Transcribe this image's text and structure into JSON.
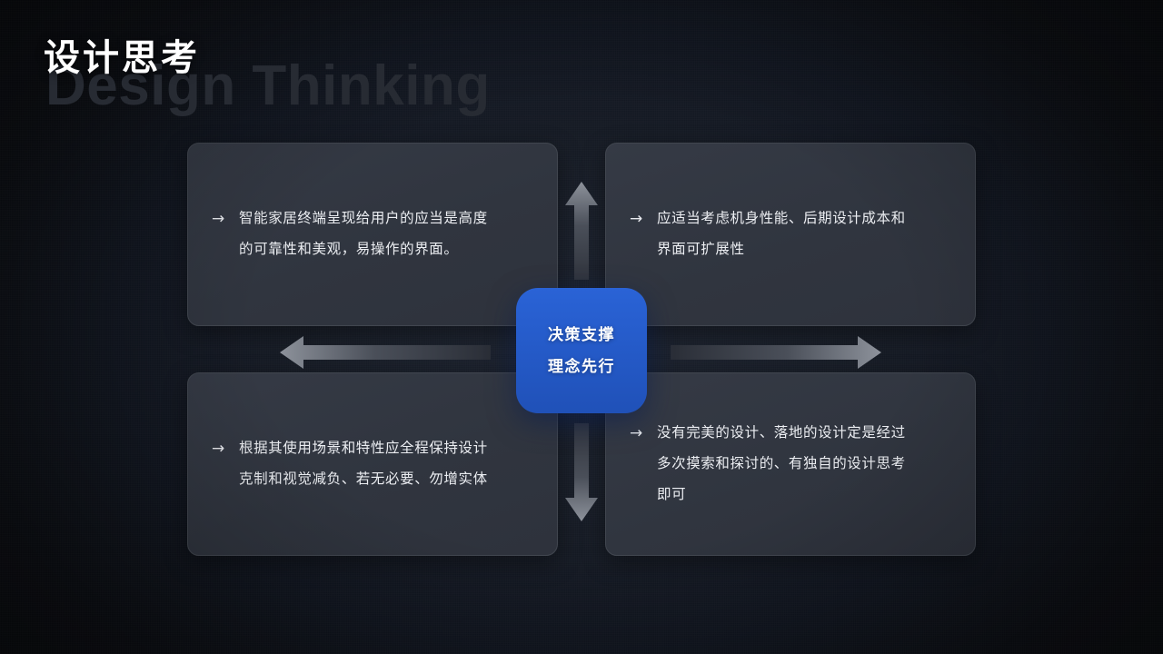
{
  "slide": {
    "title_cn": "设计思考",
    "title_en_ghost": "Design Thinking",
    "background_color": "#141922",
    "accent_color": "#2459c6",
    "card_color": "#333842"
  },
  "center_node": {
    "line1": "决策支撑",
    "line2": "理念先行"
  },
  "cards": [
    {
      "position": "top-left",
      "bullet": "→",
      "text": "智能家居终端呈现给用户的应当是高度\n的可靠性和美观，易操作的界面。"
    },
    {
      "position": "top-right",
      "bullet": "→",
      "text": "应适当考虑机身性能、后期设计成本和\n界面可扩展性"
    },
    {
      "position": "bottom-left",
      "bullet": "→",
      "text": "根据其使用场景和特性应全程保持设计\n克制和视觉减负、若无必要、勿增实体"
    },
    {
      "position": "bottom-right",
      "bullet": "→",
      "text": "没有完美的设计、落地的设计定是经过\n多次摸索和探讨的、有独自的设计思考\n即可"
    }
  ],
  "connectors": [
    {
      "name": "arrow-up",
      "direction": "up"
    },
    {
      "name": "arrow-down",
      "direction": "down"
    },
    {
      "name": "arrow-left",
      "direction": "left"
    },
    {
      "name": "arrow-right",
      "direction": "right"
    }
  ]
}
